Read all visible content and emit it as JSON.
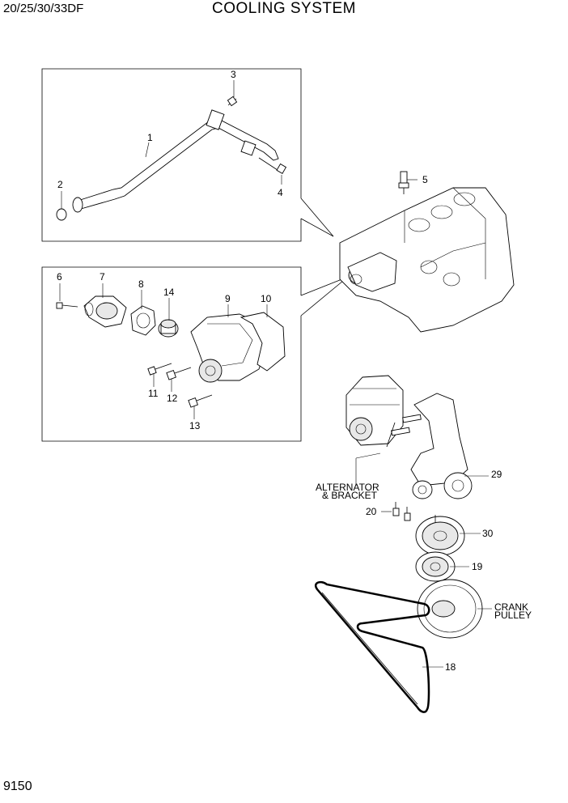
{
  "header": {
    "model": "20/25/30/33DF",
    "title": "COOLING SYSTEM"
  },
  "page_number": "9150",
  "callouts": {
    "c1": "1",
    "c2": "2",
    "c3": "3",
    "c4": "4",
    "c5": "5",
    "c6": "6",
    "c7": "7",
    "c8": "8",
    "c9": "9",
    "c10": "10",
    "c11": "11",
    "c12": "12",
    "c13": "13",
    "c14": "14",
    "c18": "18",
    "c19": "19",
    "c20": "20",
    "c29": "29",
    "c30": "30"
  },
  "labels": {
    "alternator_line1": "ALTERNATOR",
    "alternator_line2": "& BRACKET",
    "crank_line1": "CRANK",
    "crank_line2": "PULLEY"
  }
}
